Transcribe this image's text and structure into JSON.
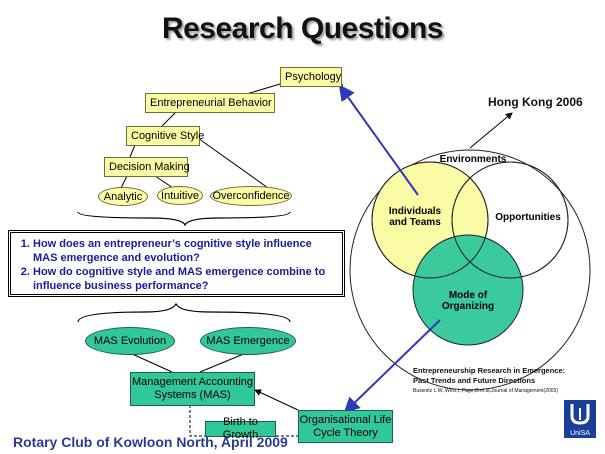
{
  "title": "Research Questions",
  "hierarchy": {
    "psychology": "Psychology",
    "entrepreneurial_behavior": "Entrepreneurial Behavior",
    "cognitive_style": "Cognitive Style",
    "decision_making": "Decision Making",
    "analytic": "Analytic",
    "intuitive": "Intuitive",
    "overconfidence": "Overconfidence"
  },
  "questions": [
    "How does an entrepreneur’s cognitive style influence MAS emergence and evolution?",
    "How do cognitive style and MAS emergence combine to influence business performance?"
  ],
  "mas": {
    "evolution": "MAS Evolution",
    "emergence": "MAS Emergence",
    "system_line1": "Management Accounting",
    "system_line2": "Systems (MAS)",
    "birth_to_growth": "Birth to Growth",
    "olc_line1": "Organisational Life",
    "olc_line2": "Cycle Theory"
  },
  "venn": {
    "hong_kong": "Hong Kong 2006",
    "environments": "Environments",
    "individuals_line1": "Individuals",
    "individuals_line2": "and Teams",
    "opportunities": "Opportunities",
    "mode_line1": "Mode of",
    "mode_line2": "Organizing"
  },
  "reference": {
    "line1": "Entrepreneurship Research in Emergence:",
    "line2": "Past Trends and Future Directions",
    "line3": "Busenitz   L.W.,West,I.,Page,G.et.al,Journal of Management(2003)"
  },
  "footer": "Rotary Club of Kowloon North, April 2009",
  "logo_text": "UniSA",
  "colors": {
    "yellow": "#fbfba6",
    "green": "#30c79a",
    "arrow_blue": "#2a3ab8",
    "footer_blue": "#2a3a9a"
  }
}
